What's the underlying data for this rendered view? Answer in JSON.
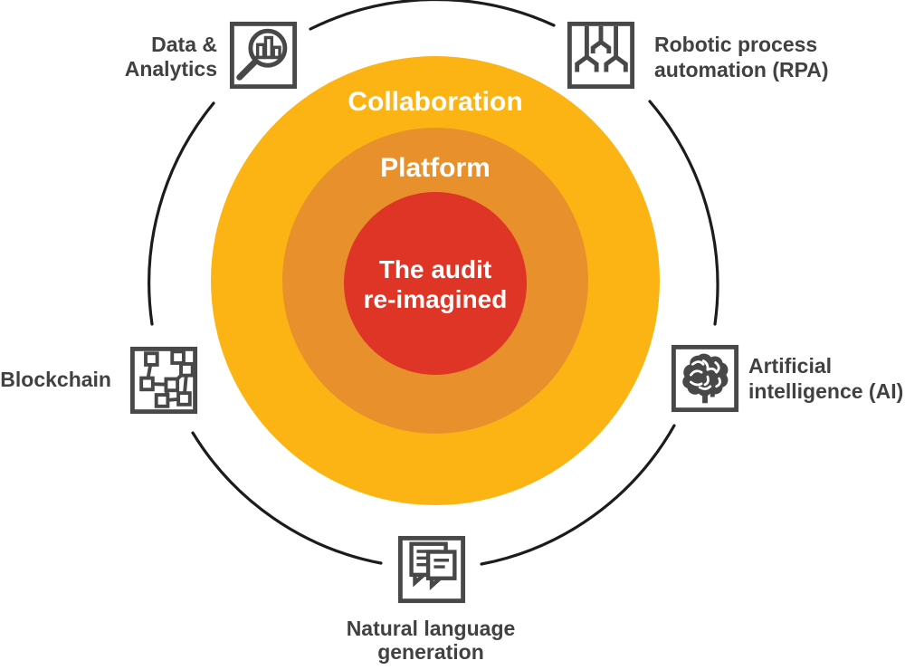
{
  "rings": {
    "outer": {
      "label": "Collaboration",
      "color": "#FCB415"
    },
    "middle": {
      "label": "Platform",
      "color": "#E8912C"
    },
    "core": {
      "line1": "The audit",
      "line2": "re-imagined",
      "color": "#DE3527"
    }
  },
  "satellites": {
    "data_analytics": {
      "line1": "Data &",
      "line2": "Analytics",
      "icon": "magnifier-bar-chart"
    },
    "rpa": {
      "line1": "Robotic process",
      "line2": "automation (RPA)",
      "icon": "robotic-grippers"
    },
    "ai": {
      "line1": "Artificial",
      "line2": "intelligence (AI)",
      "icon": "brain"
    },
    "nlg": {
      "line1": "Natural language",
      "line2": "generation",
      "icon": "speech-bubbles"
    },
    "blockchain": {
      "line1": "Blockchain",
      "icon": "connected-nodes"
    }
  },
  "colors": {
    "outer_ring": "#FCB415",
    "middle_ring": "#E8912C",
    "core_circle": "#DE3527",
    "ring_text": "#FFFFFF",
    "label_text": "#414042",
    "icon_stroke": "#484848",
    "orbit_line": "#1C1C1C",
    "background": "#FFFFFF"
  }
}
